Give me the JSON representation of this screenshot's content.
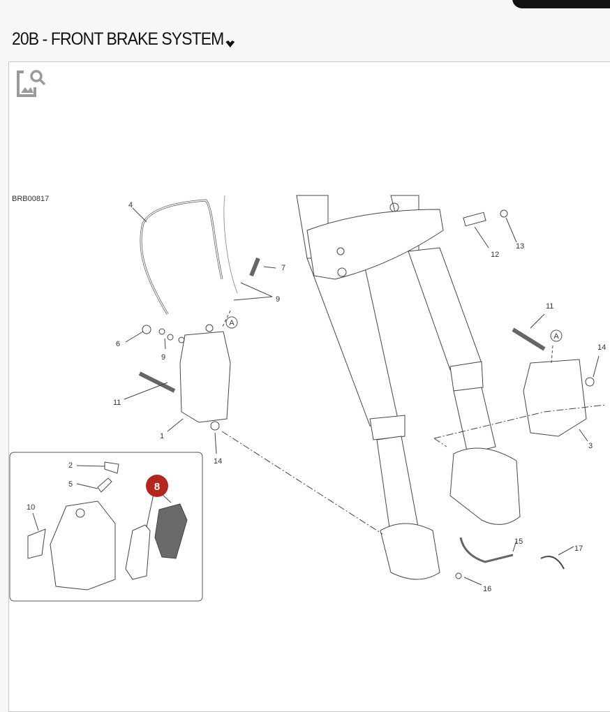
{
  "header": {
    "title": "20B - FRONT BRAKE SYSTEM"
  },
  "diagram": {
    "code": "BRB00817",
    "callouts": {
      "c1": "1",
      "c2": "2",
      "c3": "3",
      "c4": "4",
      "c5": "5",
      "c6": "6",
      "c7": "7",
      "c8": "8",
      "c9a": "9",
      "c9b": "9",
      "c10": "10",
      "c11a": "11",
      "c11b": "11",
      "c12": "12",
      "c13": "13",
      "c14a": "14",
      "c14b": "14",
      "c15": "15",
      "c16": "16",
      "c17": "17",
      "refA1": "A",
      "refA2": "A"
    },
    "highlight_color": "#b5261e"
  }
}
